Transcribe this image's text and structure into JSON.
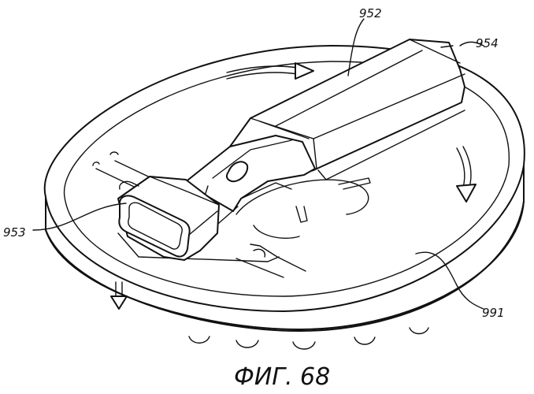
{
  "figure": {
    "caption": "ФИГ. 68",
    "references": {
      "r952": "952",
      "r953": "953",
      "r954": "954",
      "r991": "991"
    }
  }
}
